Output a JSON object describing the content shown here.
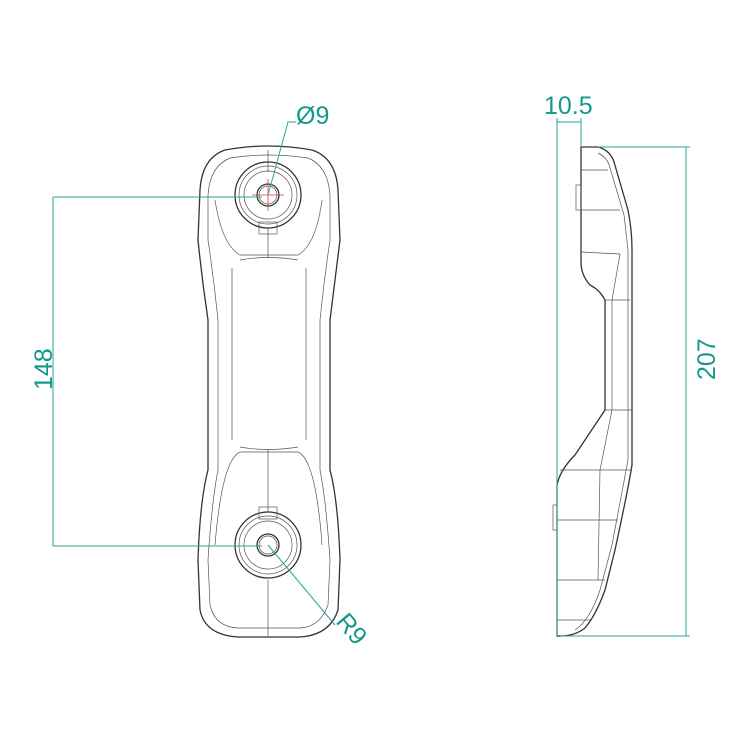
{
  "drawing": {
    "front_view": {
      "hole_diameter_label": "Ø9",
      "hole_spacing_label": "148",
      "radius_label": "R9"
    },
    "side_view": {
      "thickness_label": "10.5",
      "length_label": "207"
    },
    "colors": {
      "dimension": "#13998c",
      "outline": "#333333",
      "centerline": "#ee3333"
    }
  }
}
